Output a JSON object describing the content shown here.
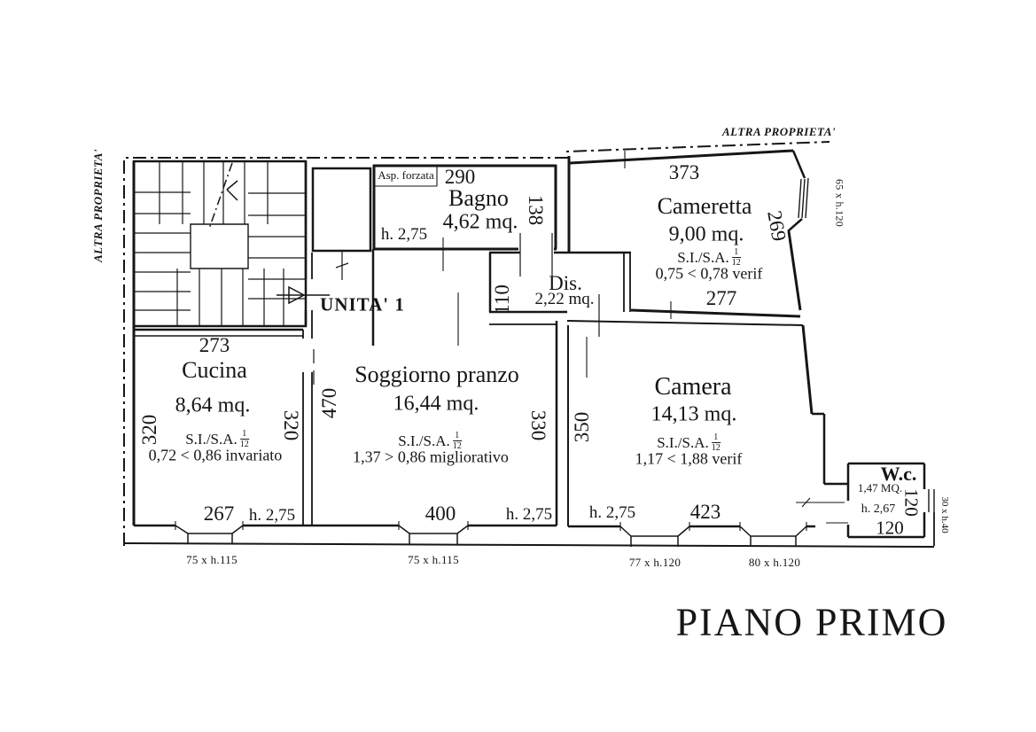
{
  "title": "PIANO PRIMO",
  "boundary": {
    "left_label": "ALTRA PROPRIETA'",
    "top_label": "ALTRA PROPRIETA'"
  },
  "unit_label": "UNITA' 1",
  "colors": {
    "ink": "#161616",
    "background": "#ffffff"
  },
  "rooms": {
    "bagno": {
      "name": "Bagno",
      "area": "4,62 mq.",
      "vent": "Asp. forzata",
      "height": "h. 2,75",
      "dim_top": "290",
      "dim_right": "138"
    },
    "dis": {
      "name": "Dis.",
      "area": "2,22 mq.",
      "dim_left": "110"
    },
    "cameretta": {
      "name": "Cameretta",
      "area": "9,00 mq.",
      "si_sa": "S.I./S.A.",
      "frac_num": "1",
      "frac_den": "12",
      "ratio": "0,75 < 0,78 verif",
      "dim_top": "373",
      "dim_bottom": "277",
      "dim_right": "269",
      "window": "65 x h.120"
    },
    "cucina": {
      "name": "Cucina",
      "area": "8,64 mq.",
      "si_sa": "S.I./S.A.",
      "frac_num": "1",
      "frac_den": "12",
      "ratio": "0,72 < 0,86 invariato",
      "dim_top": "273",
      "dim_left": "320",
      "dim_right": "320",
      "dim_bottom": "267",
      "height": "h. 2,75",
      "window": "75 x h.115"
    },
    "soggiorno": {
      "name": "Soggiorno pranzo",
      "area": "16,44 mq.",
      "si_sa": "S.I./S.A.",
      "frac_num": "1",
      "frac_den": "12",
      "ratio": "1,37 > 0,86 migliorativo",
      "dim_left": "470",
      "dim_right": "330",
      "dim_bottom": "400",
      "height": "h. 2,75",
      "window": "75 x h.115"
    },
    "camera": {
      "name": "Camera",
      "area": "14,13 mq.",
      "si_sa": "S.I./S.A.",
      "frac_num": "1",
      "frac_den": "12",
      "ratio": "1,17 < 1,88 verif",
      "dim_left": "350",
      "dim_bottom": "423",
      "height": "h. 2,75",
      "window_left": "77 x h.120",
      "window_right": "80 x h.120"
    },
    "wc": {
      "name": "W.c.",
      "area": "1,47 MQ.",
      "height": "h. 2,67",
      "dim_right": "120",
      "dim_bottom": "120",
      "window": "30 x h.40"
    }
  }
}
